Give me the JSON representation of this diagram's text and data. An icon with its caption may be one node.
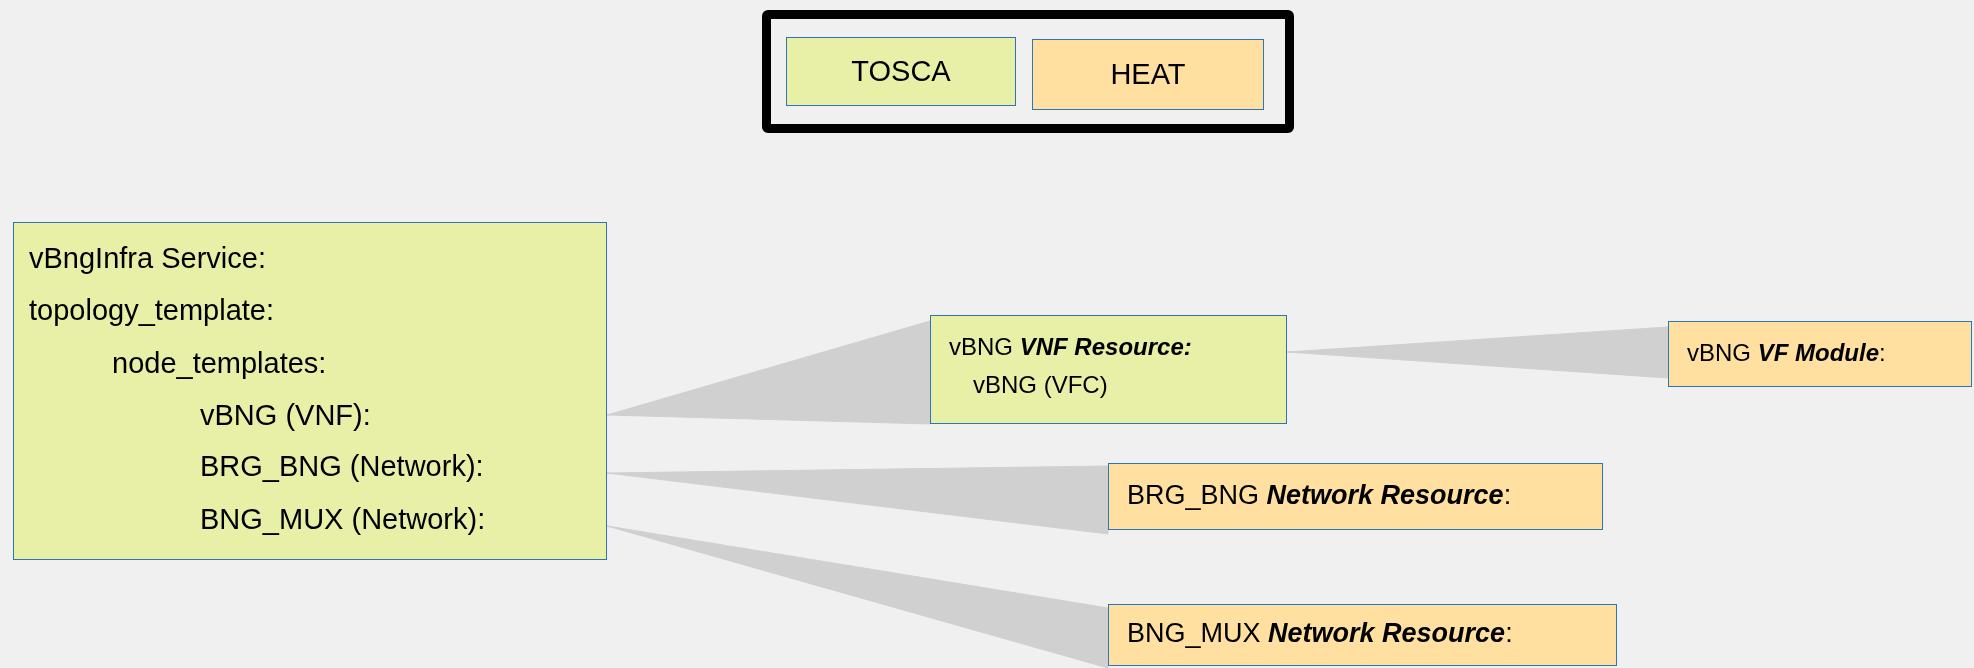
{
  "diagram": {
    "nodes": [
      {
        "text": [
          "vBngInfra Service:",
          "topology_template:",
          "node_templates:",
          "vBNG (VNF):",
          "BRG_BNG (Network):",
          "BNG_MUX (Network):"
        ]
      },
      {
        "text": [
          "vBNG **VNF Resource:**",
          "vBNG (VFC)"
        ]
      },
      {
        "text": [
          "vBNG **VF Module**:"
        ]
      },
      {
        "text": [
          "BRG_BNG **Network Resource**:"
        ]
      },
      {
        "text": [
          "BNG_MUX **Network Resource**:"
        ]
      }
    ],
    "edges": [
      {
        "from": 0,
        "to": 1,
        "arrow": "none"
      },
      {
        "from": 1,
        "to": 2,
        "arrow": "none"
      },
      {
        "from": 0,
        "to": 3,
        "arrow": "none"
      },
      {
        "from": 0,
        "to": 4,
        "arrow": "none"
      }
    ],
    "legend": [
      {
        "text": "TOSCA",
        "color": "#e8f0a8"
      },
      {
        "text": "HEAT",
        "color": "#ffe0a0"
      }
    ]
  }
}
